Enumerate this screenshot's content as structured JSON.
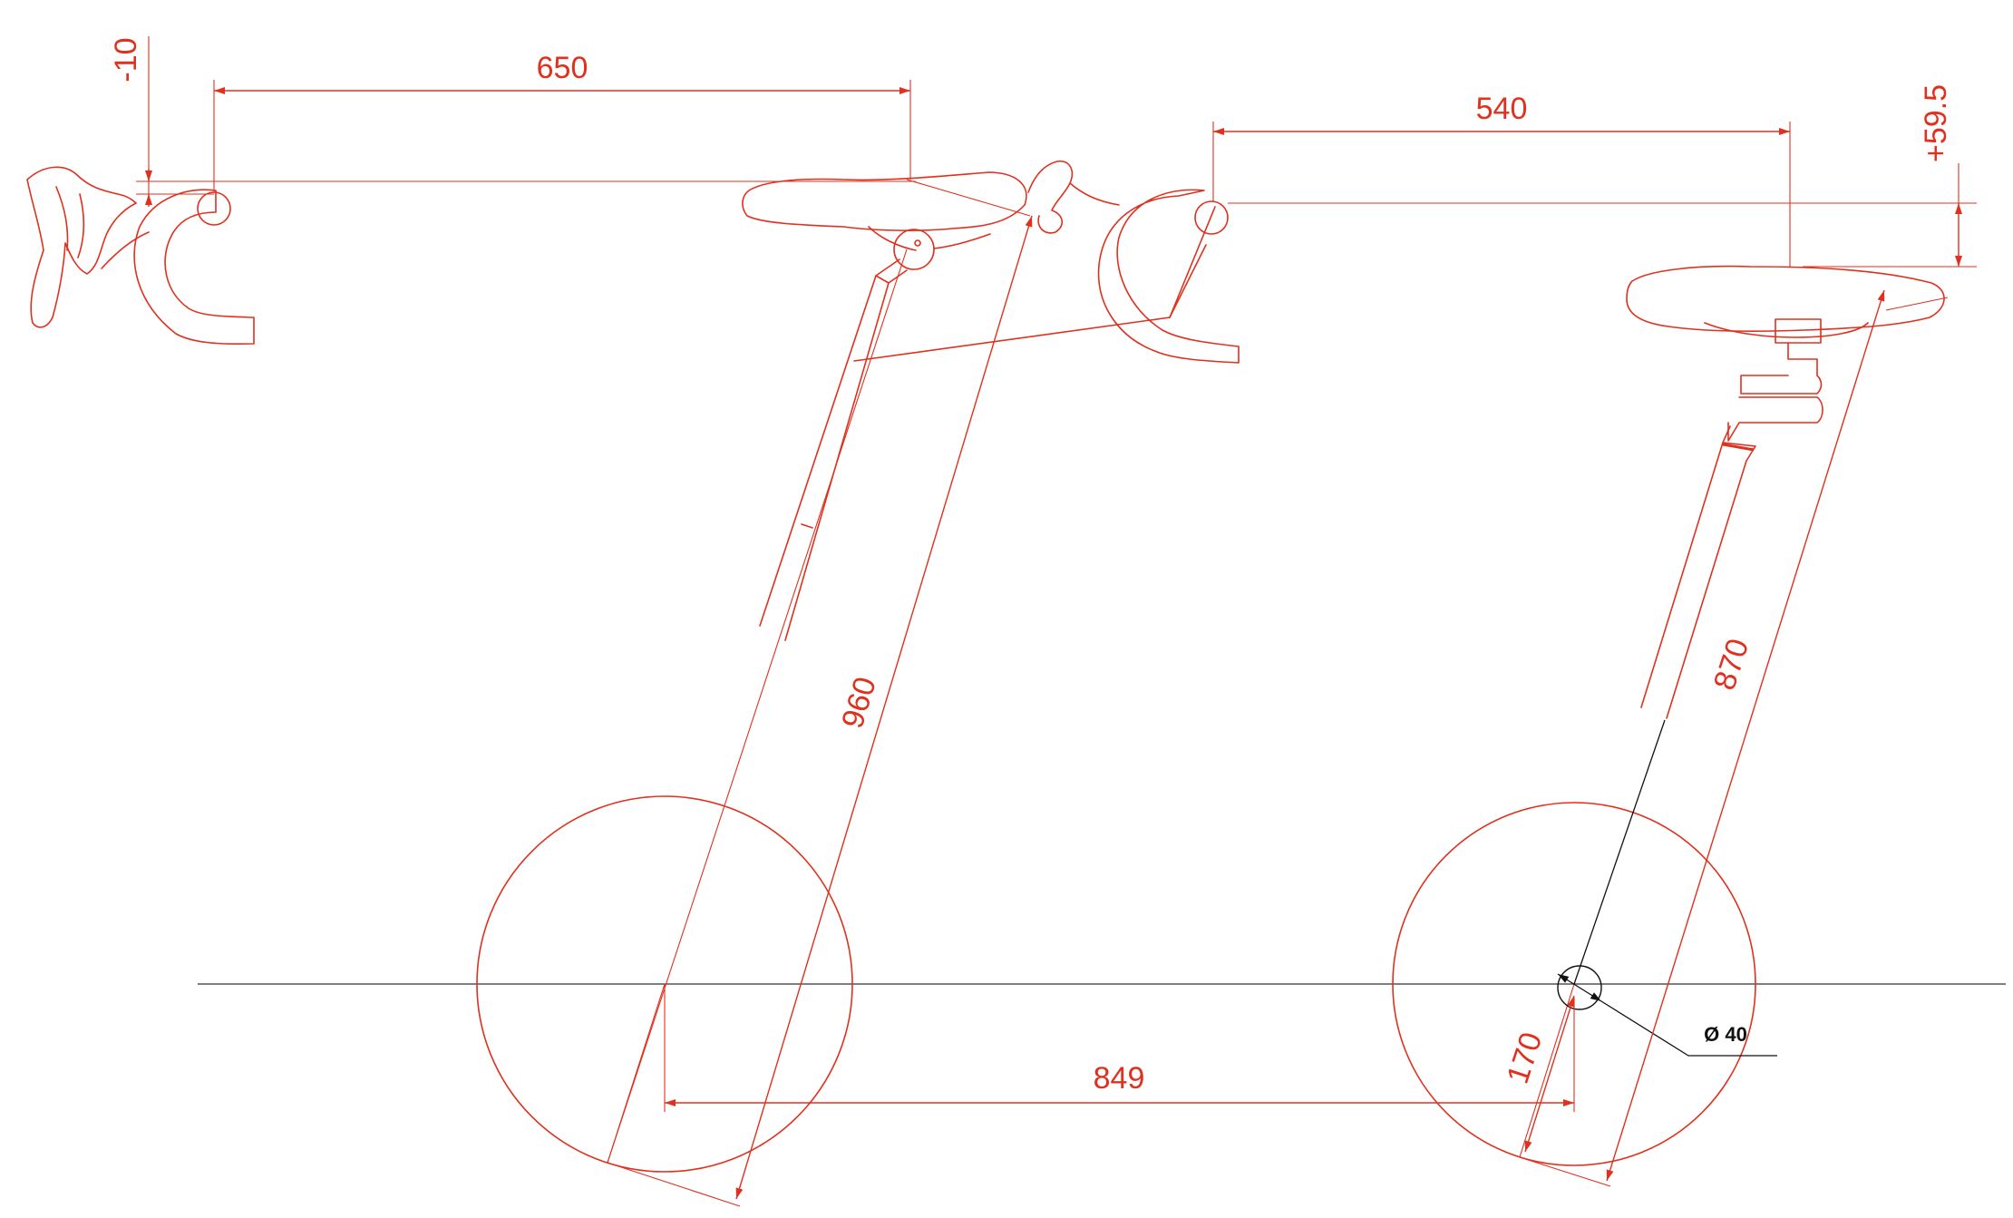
{
  "colors": {
    "red": "#e0301e",
    "black": "#111111",
    "background": "#ffffff"
  },
  "dimensions": {
    "offset_left": "-10",
    "reach_left": "650",
    "reach_right": "540",
    "offset_right": "+59.5",
    "length_left": "960",
    "length_right": "870",
    "wheelbase": "849",
    "crank": "170",
    "diameter": "Ø 40"
  }
}
